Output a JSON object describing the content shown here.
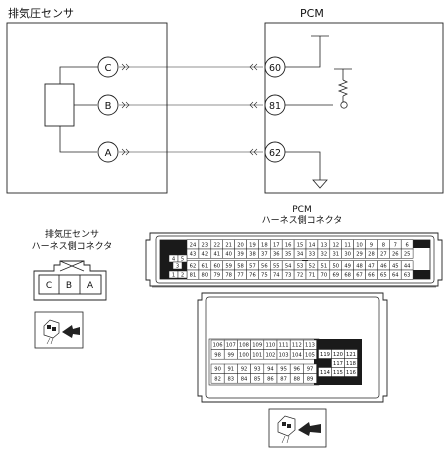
{
  "sensor_title": "排気圧センサ",
  "pcm_title": "PCM",
  "sensor_pins": [
    "C",
    "B",
    "A"
  ],
  "pcm_pins": [
    "60",
    "81",
    "62"
  ],
  "pcm_harness_label": {
    "line1": "PCM",
    "line2": "ハーネス側コネクタ"
  },
  "sensor_harness_label": {
    "line1": "排気圧センサ",
    "line2": "ハーネス側コネクタ"
  },
  "sensor_connector_pins": [
    "C",
    "B",
    "A"
  ],
  "pcm_connector_1": {
    "block_left": [
      [
        "4",
        "5"
      ],
      [
        "3"
      ],
      [
        "1",
        "2"
      ]
    ],
    "rows": [
      [
        "24",
        "23",
        "22",
        "21",
        "20",
        "19",
        "18",
        "17",
        "16",
        "15",
        "14",
        "13",
        "12",
        "11",
        "10",
        "9",
        "8",
        "7",
        "6"
      ],
      [
        "43",
        "42",
        "41",
        "40",
        "39",
        "38",
        "37",
        "36",
        "35",
        "34",
        "33",
        "32",
        "31",
        "30",
        "29",
        "28",
        "27",
        "26",
        "25"
      ],
      [
        "62",
        "61",
        "60",
        "59",
        "58",
        "57",
        "56",
        "55",
        "54",
        "53",
        "52",
        "51",
        "50",
        "49",
        "48",
        "47",
        "46",
        "45",
        "44"
      ],
      [
        "81",
        "80",
        "79",
        "78",
        "77",
        "76",
        "75",
        "74",
        "73",
        "72",
        "71",
        "70",
        "69",
        "68",
        "67",
        "66",
        "65",
        "64",
        "63"
      ]
    ]
  },
  "pcm_connector_2": {
    "rows_left": [
      [
        "106",
        "107",
        "108",
        "109",
        "110",
        "111",
        "112",
        "113"
      ],
      [
        "98",
        "99",
        "100",
        "101",
        "102",
        "103",
        "104",
        "105"
      ],
      [
        "90",
        "91",
        "92",
        "93",
        "94",
        "95",
        "96",
        "97"
      ],
      [
        "82",
        "83",
        "84",
        "85",
        "86",
        "87",
        "88",
        "89"
      ]
    ],
    "rows_right": [
      [
        "119",
        "120",
        "121"
      ],
      [
        "117",
        "118"
      ],
      [
        "114",
        "115",
        "116"
      ]
    ]
  }
}
